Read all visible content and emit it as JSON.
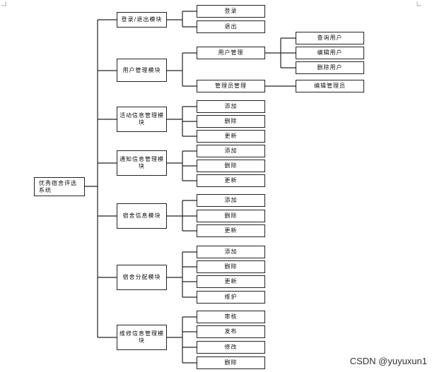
{
  "root": "优秀宿舍评选系统",
  "modules": [
    {
      "label": "登录/退出模块"
    },
    {
      "label": "用户管理模块"
    },
    {
      "label": "活动信息管理模块"
    },
    {
      "label": "通知信息管理模块"
    },
    {
      "label": "宿舍信息模块"
    },
    {
      "label": "宿舍分配模块"
    },
    {
      "label": "维修信息管理模块"
    }
  ],
  "items": {
    "login_login": "登录",
    "login_logout": "退出",
    "user_mgmt": "用户管理",
    "admin_mgmt": "管理员管理",
    "query_user": "查询用户",
    "edit_user": "编辑用户",
    "delete_user": "删除用户",
    "edit_admin": "编辑管理员",
    "activity_add": "添加",
    "activity_delete": "删除",
    "activity_update": "更新",
    "notice_add": "添加",
    "notice_delete": "删除",
    "notice_update": "更新",
    "dorm_add": "添加",
    "dorm_delete": "删除",
    "dorm_update": "更新",
    "alloc_add": "添加",
    "alloc_delete": "删除",
    "alloc_update": "更新",
    "alloc_maintain": "维护",
    "repair_review": "审核",
    "repair_publish": "发布",
    "repair_modify": "修改",
    "repair_delete": "删除"
  },
  "watermark": "CSDN @yuyuxun1"
}
